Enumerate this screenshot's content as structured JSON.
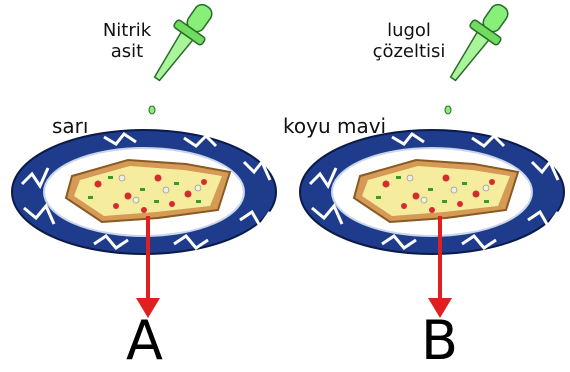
{
  "panels": [
    {
      "reagent_line1": "Nitrik",
      "reagent_line2": "asit",
      "result_color_label": "sarı",
      "letter": "A"
    },
    {
      "reagent_line1": "lugol",
      "reagent_line2": "çözeltisi",
      "result_color_label": "koyu mavi",
      "letter": "B"
    }
  ],
  "colors": {
    "plate_rim": "#1f3c8c",
    "plate_inner": "#ffffff",
    "dropper": "#88ef78",
    "pizza_crust": "#d49a56",
    "pizza_cheese": "#f6ec9e",
    "arrow": "#e02020"
  }
}
